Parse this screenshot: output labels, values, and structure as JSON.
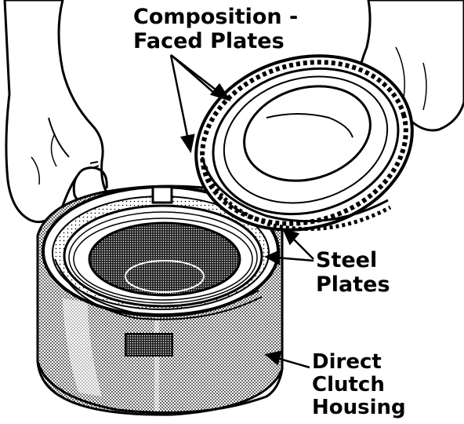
{
  "diagram": {
    "labels": {
      "composition_faced_plates": {
        "line1": "Composition -",
        "line2": "Faced Plates"
      },
      "steel_plates": {
        "line1": "Steel",
        "line2": "Plates"
      },
      "direct_clutch_housing": {
        "line1": "Direct",
        "line2": "Clutch",
        "line3": "Housing"
      }
    },
    "colors": {
      "ink": "#000000",
      "paper": "#ffffff",
      "halftone": "#7a7a7a"
    }
  }
}
